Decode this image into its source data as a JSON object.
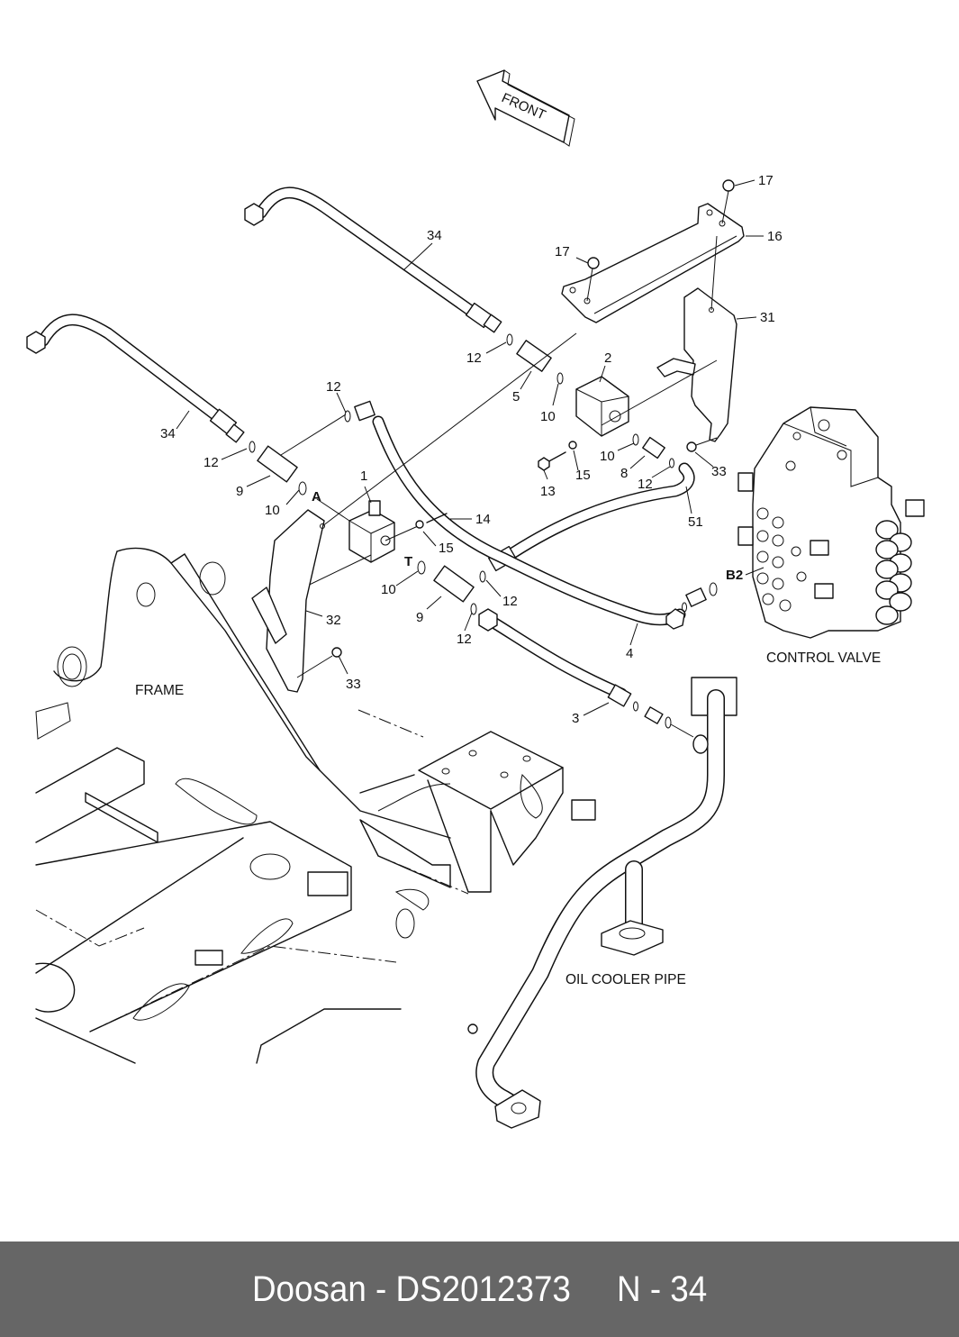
{
  "footer": {
    "brand": "Doosan",
    "separator": " - ",
    "part_number": "DS2012373",
    "page": "N - 34",
    "full_text": "Doosan - DS2012373     N - 34",
    "background_color": "#666666",
    "text_color": "#ffffff"
  },
  "diagram": {
    "direction_arrow": {
      "label": "FRONT",
      "icon": "front-arrow-icon"
    },
    "section_labels": {
      "frame": "FRAME",
      "control_valve": "CONTROL VALVE",
      "oil_cooler_pipe": "OIL COOLER PIPE"
    },
    "port_labels": {
      "a": "A",
      "t": "T",
      "b2": "B2"
    },
    "callouts": [
      {
        "id": "c17a",
        "text": "17"
      },
      {
        "id": "c17b",
        "text": "17"
      },
      {
        "id": "c16",
        "text": "16"
      },
      {
        "id": "c31",
        "text": "31"
      },
      {
        "id": "c34a",
        "text": "34"
      },
      {
        "id": "c34b",
        "text": "34"
      },
      {
        "id": "c12a",
        "text": "12"
      },
      {
        "id": "c12b",
        "text": "12"
      },
      {
        "id": "c12c",
        "text": "12"
      },
      {
        "id": "c12d",
        "text": "12"
      },
      {
        "id": "c12e",
        "text": "12"
      },
      {
        "id": "c12f",
        "text": "12"
      },
      {
        "id": "c2",
        "text": "2"
      },
      {
        "id": "c5",
        "text": "5"
      },
      {
        "id": "c10a",
        "text": "10"
      },
      {
        "id": "c10b",
        "text": "10"
      },
      {
        "id": "c10c",
        "text": "10"
      },
      {
        "id": "c10d",
        "text": "10"
      },
      {
        "id": "c8",
        "text": "8"
      },
      {
        "id": "c33a",
        "text": "33"
      },
      {
        "id": "c33b",
        "text": "33"
      },
      {
        "id": "c13",
        "text": "13"
      },
      {
        "id": "c15a",
        "text": "15"
      },
      {
        "id": "c15b",
        "text": "15"
      },
      {
        "id": "c51",
        "text": "51"
      },
      {
        "id": "c9a",
        "text": "9"
      },
      {
        "id": "c9b",
        "text": "9"
      },
      {
        "id": "c1",
        "text": "1"
      },
      {
        "id": "c14",
        "text": "14"
      },
      {
        "id": "c32",
        "text": "32"
      },
      {
        "id": "c4",
        "text": "4"
      },
      {
        "id": "c3",
        "text": "3"
      }
    ]
  }
}
